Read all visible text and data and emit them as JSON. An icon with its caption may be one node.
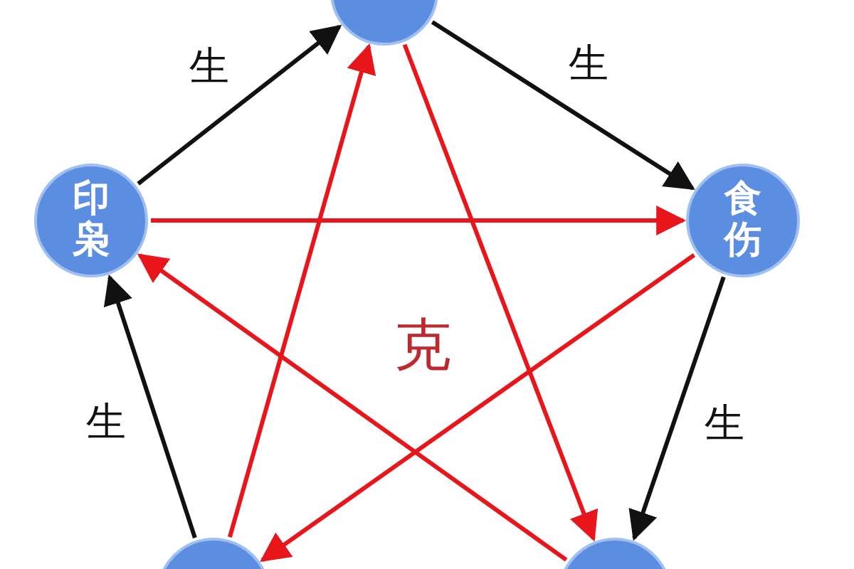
{
  "diagram": {
    "nodes": [
      {
        "text": [],
        "shape": "circle"
      },
      {
        "text": [
          "食伤"
        ]
      },
      {
        "text": [],
        "shape": "circle"
      },
      {
        "text": [],
        "shape": "circle"
      },
      {
        "text": [
          "印枭"
        ]
      }
    ],
    "edges": [
      {
        "from": 4,
        "to": 0,
        "arrow": "to",
        "label": "生",
        "color": "#111111"
      },
      {
        "from": 0,
        "to": 1,
        "arrow": "to",
        "label": "生",
        "color": "#111111"
      },
      {
        "from": 1,
        "to": 2,
        "arrow": "to",
        "label": "生",
        "color": "#111111"
      },
      {
        "from": 3,
        "to": 4,
        "arrow": "to",
        "label": "生",
        "color": "#111111"
      },
      {
        "from": 4,
        "to": 1,
        "arrow": "to"
      },
      {
        "from": 1,
        "to": 3,
        "arrow": "to"
      },
      {
        "from": 3,
        "to": 0,
        "arrow": "to"
      },
      {
        "from": 0,
        "to": 2,
        "arrow": "to"
      },
      {
        "from": 2,
        "to": 4,
        "arrow": "to"
      }
    ],
    "labels": [
      "克"
    ]
  }
}
